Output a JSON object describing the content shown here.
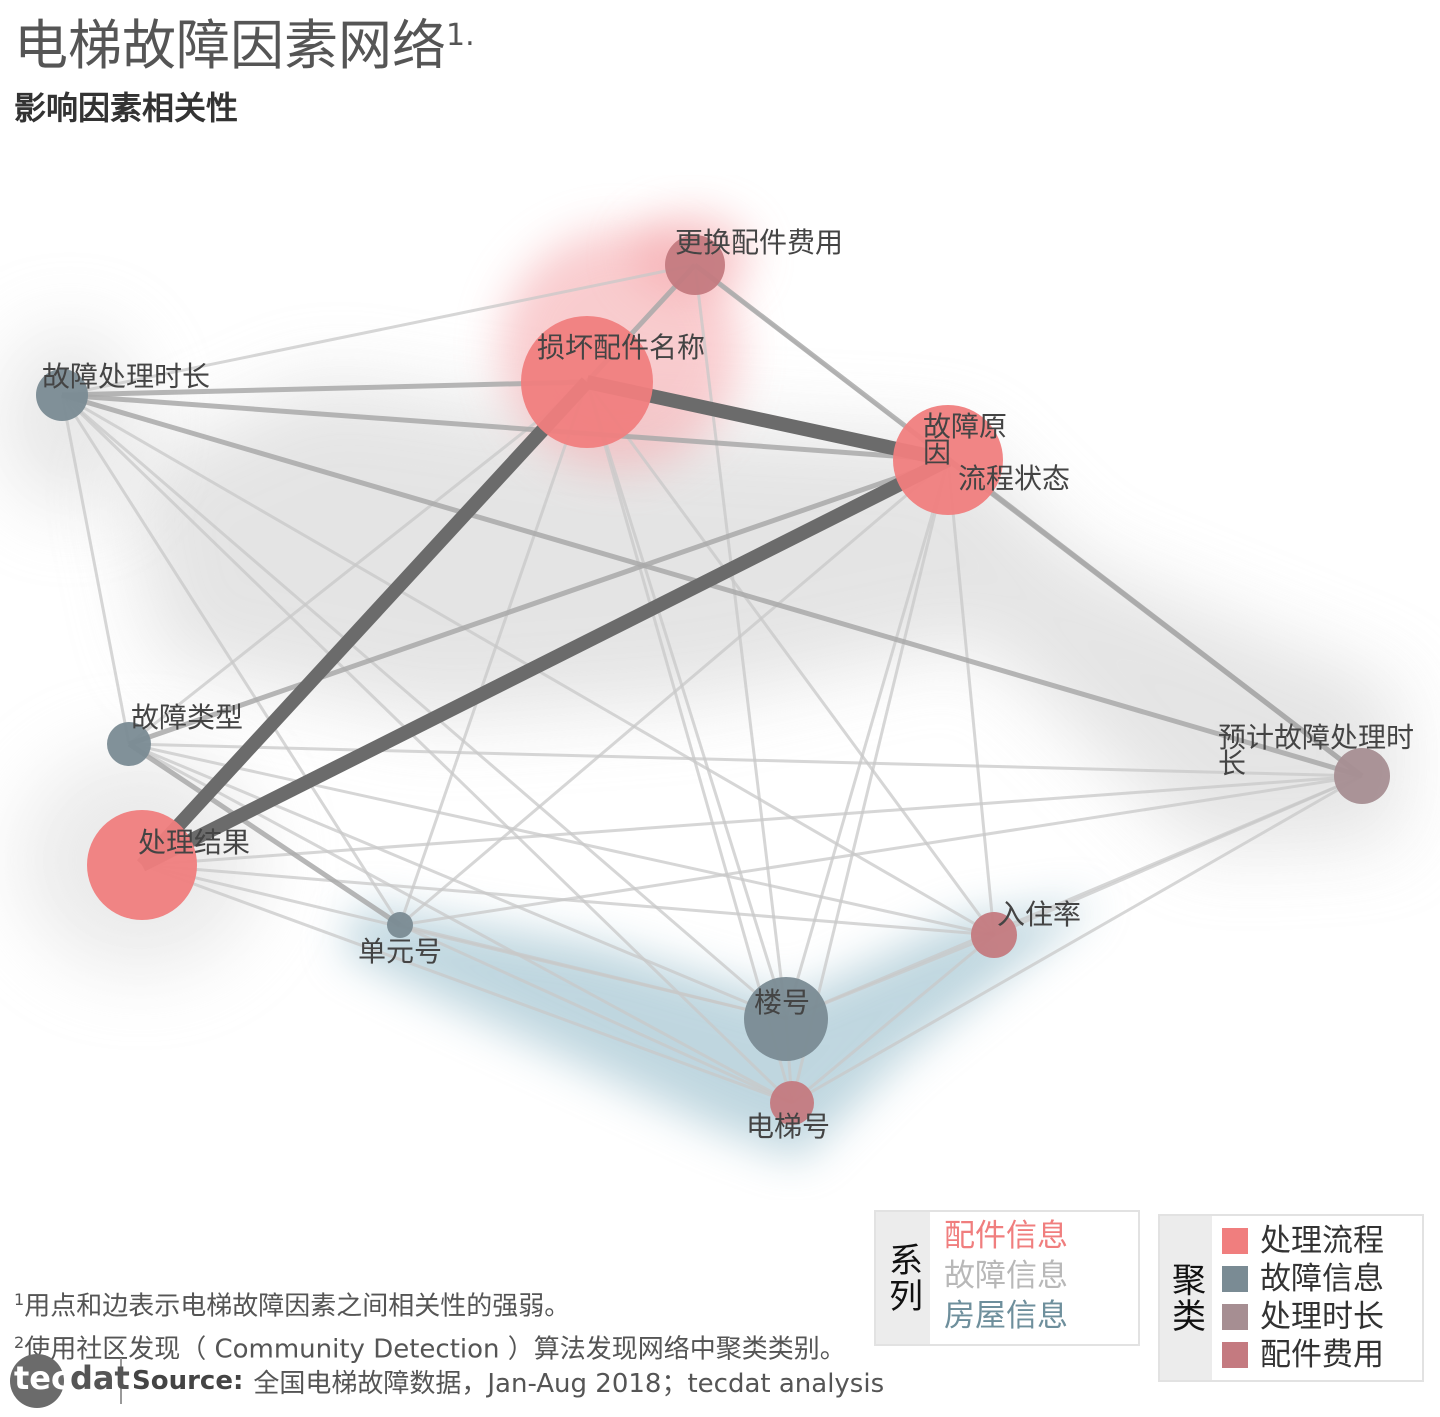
{
  "header": {
    "title": "电梯故障因素网络",
    "title_sup": "1.",
    "subtitle": "影响因素相关性"
  },
  "nodes": [
    {
      "id": "parts_cost",
      "label": "更换配件费用",
      "cluster": "配件费用",
      "color": "#c47a80"
    },
    {
      "id": "damaged_part",
      "label": "损坏配件名称",
      "cluster": "处理流程",
      "color": "#f07e7e"
    },
    {
      "id": "fault_duration",
      "label": "故障处理时长",
      "cluster": "故障信息",
      "color": "#7a8b94"
    },
    {
      "id": "fault_cause",
      "label": "故障原因",
      "cluster": "处理流程",
      "color": "#f07e7e"
    },
    {
      "id": "process_status",
      "label": "流程状态",
      "cluster": "处理流程",
      "color": "#f07e7e"
    },
    {
      "id": "fault_type",
      "label": "故障类型",
      "cluster": "故障信息",
      "color": "#7a8b94"
    },
    {
      "id": "expected_duration",
      "label": "预计故障处理时长",
      "cluster": "处理时长",
      "color": "#a68e92"
    },
    {
      "id": "result",
      "label": "处理结果",
      "cluster": "处理流程",
      "color": "#f07e7e"
    },
    {
      "id": "unit_no",
      "label": "单元号",
      "cluster": "故障信息",
      "color": "#7a8b94"
    },
    {
      "id": "occupancy",
      "label": "入住率",
      "cluster": "配件费用",
      "color": "#c47a80"
    },
    {
      "id": "building_no",
      "label": "楼号",
      "cluster": "故障信息",
      "color": "#7a8b94"
    },
    {
      "id": "elevator_no",
      "label": "电梯号",
      "cluster": "配件费用",
      "color": "#c47a80"
    }
  ],
  "edges": [
    {
      "source": "damaged_part",
      "target": "result",
      "strength": "strong"
    },
    {
      "source": "fault_cause",
      "target": "result",
      "strength": "strong"
    },
    {
      "source": "damaged_part",
      "target": "fault_cause",
      "strength": "strong"
    },
    {
      "source": "fault_duration",
      "target": "expected_duration",
      "strength": "medium"
    },
    {
      "source": "fault_duration",
      "target": "fault_cause",
      "strength": "medium"
    },
    {
      "source": "fault_duration",
      "target": "damaged_part",
      "strength": "medium"
    },
    {
      "source": "parts_cost",
      "target": "expected_duration",
      "strength": "medium"
    },
    {
      "source": "fault_cause",
      "target": "expected_duration",
      "strength": "medium"
    },
    {
      "source": "fault_type",
      "target": "unit_no",
      "strength": "medium"
    },
    {
      "source": "fault_type",
      "target": "fault_cause",
      "strength": "medium"
    },
    {
      "source": "damaged_part",
      "target": "parts_cost",
      "strength": "medium"
    },
    {
      "source": "fault_duration",
      "target": "parts_cost",
      "strength": "weak"
    },
    {
      "source": "fault_duration",
      "target": "fault_type",
      "strength": "weak"
    },
    {
      "source": "fault_duration",
      "target": "building_no",
      "strength": "weak"
    },
    {
      "source": "fault_duration",
      "target": "elevator_no",
      "strength": "weak"
    },
    {
      "source": "fault_duration",
      "target": "occupancy",
      "strength": "weak"
    },
    {
      "source": "fault_duration",
      "target": "unit_no",
      "strength": "weak"
    },
    {
      "source": "parts_cost",
      "target": "building_no",
      "strength": "weak"
    },
    {
      "source": "parts_cost",
      "target": "fault_cause",
      "strength": "weak"
    },
    {
      "source": "damaged_part",
      "target": "building_no",
      "strength": "weak"
    },
    {
      "source": "damaged_part",
      "target": "elevator_no",
      "strength": "weak"
    },
    {
      "source": "damaged_part",
      "target": "occupancy",
      "strength": "weak"
    },
    {
      "source": "damaged_part",
      "target": "unit_no",
      "strength": "weak"
    },
    {
      "source": "damaged_part",
      "target": "fault_type",
      "strength": "weak"
    },
    {
      "source": "fault_cause",
      "target": "building_no",
      "strength": "weak"
    },
    {
      "source": "fault_cause",
      "target": "elevator_no",
      "strength": "weak"
    },
    {
      "source": "fault_cause",
      "target": "occupancy",
      "strength": "weak"
    },
    {
      "source": "fault_cause",
      "target": "unit_no",
      "strength": "weak"
    },
    {
      "source": "fault_type",
      "target": "expected_duration",
      "strength": "weak"
    },
    {
      "source": "fault_type",
      "target": "building_no",
      "strength": "weak"
    },
    {
      "source": "fault_type",
      "target": "elevator_no",
      "strength": "weak"
    },
    {
      "source": "fault_type",
      "target": "occupancy",
      "strength": "weak"
    },
    {
      "source": "result",
      "target": "expected_duration",
      "strength": "weak"
    },
    {
      "source": "result",
      "target": "building_no",
      "strength": "weak"
    },
    {
      "source": "result",
      "target": "elevator_no",
      "strength": "weak"
    },
    {
      "source": "result",
      "target": "occupancy",
      "strength": "weak"
    },
    {
      "source": "unit_no",
      "target": "building_no",
      "strength": "weak"
    },
    {
      "source": "unit_no",
      "target": "elevator_no",
      "strength": "weak"
    },
    {
      "source": "unit_no",
      "target": "expected_duration",
      "strength": "weak"
    },
    {
      "source": "occupancy",
      "target": "building_no",
      "strength": "weak"
    },
    {
      "source": "occupancy",
      "target": "elevator_no",
      "strength": "weak"
    },
    {
      "source": "occupancy",
      "target": "expected_duration",
      "strength": "weak"
    },
    {
      "source": "building_no",
      "target": "elevator_no",
      "strength": "weak"
    },
    {
      "source": "building_no",
      "target": "expected_duration",
      "strength": "weak"
    },
    {
      "source": "elevator_no",
      "target": "expected_duration",
      "strength": "weak"
    }
  ],
  "notes": [
    {
      "mark": "1",
      "text": "用点和边表示电梯故障因素之间相关性的强弱。"
    },
    {
      "mark": "2",
      "text": "使用社区发现（ Community Detection ）算法发现网络中聚类类别。"
    }
  ],
  "source": {
    "logo_text_light": "tec",
    "logo_text_dark": "dat",
    "label": "Source:",
    "text": "全国电梯故障数据，Jan-Aug 2018；tecdat analysis"
  },
  "legend_series": {
    "header": "系列",
    "items": [
      {
        "label": "配件信息",
        "color": "#f07e7e"
      },
      {
        "label": "故障信息",
        "color": "#b8b8b8"
      },
      {
        "label": "房屋信息",
        "color": "#6e8f9c"
      }
    ]
  },
  "legend_cluster": {
    "header": "聚类",
    "items": [
      {
        "label": "处理流程",
        "color": "#f07e7e"
      },
      {
        "label": "故障信息",
        "color": "#7a8b94"
      },
      {
        "label": "处理时长",
        "color": "#a68e92"
      },
      {
        "label": "配件费用",
        "color": "#c47a80"
      }
    ]
  }
}
